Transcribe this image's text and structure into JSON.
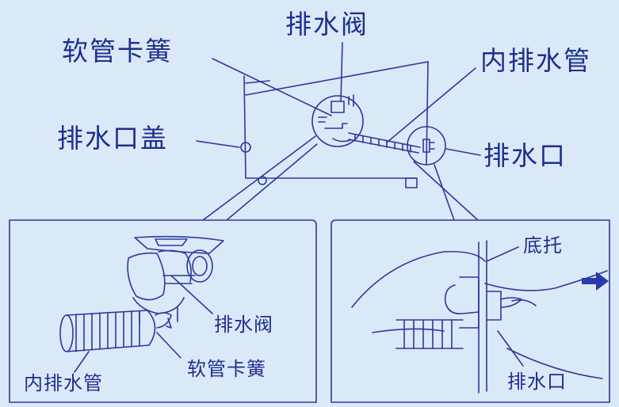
{
  "top_labels": {
    "drain_valve": "排水阀",
    "hose_clamp": "软管卡簧",
    "inner_drain_pipe": "内排水管",
    "drain_cap": "排水口盖",
    "drain_outlet": "排水口"
  },
  "left_detail": {
    "drain_valve": "排水阀",
    "hose_clamp": "软管卡簧",
    "inner_drain_pipe": "内排水管"
  },
  "right_detail": {
    "base_tray": "底托",
    "drain_outlet": "排水口"
  },
  "colors": {
    "background": "#dbe8f8",
    "line": "#2a3a9a",
    "text": "#1d2f8c"
  }
}
